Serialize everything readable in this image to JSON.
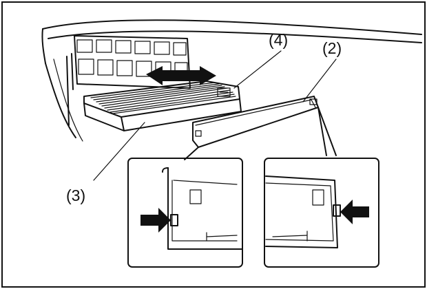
{
  "callouts": {
    "part_2": "(2)",
    "part_3": "(3)",
    "part_4": "(4)"
  },
  "icons": [
    "slide-direction-arrow",
    "press-arrow-left",
    "press-arrow-right"
  ],
  "colors": {
    "ink": "#111111",
    "paper": "#ffffff"
  }
}
